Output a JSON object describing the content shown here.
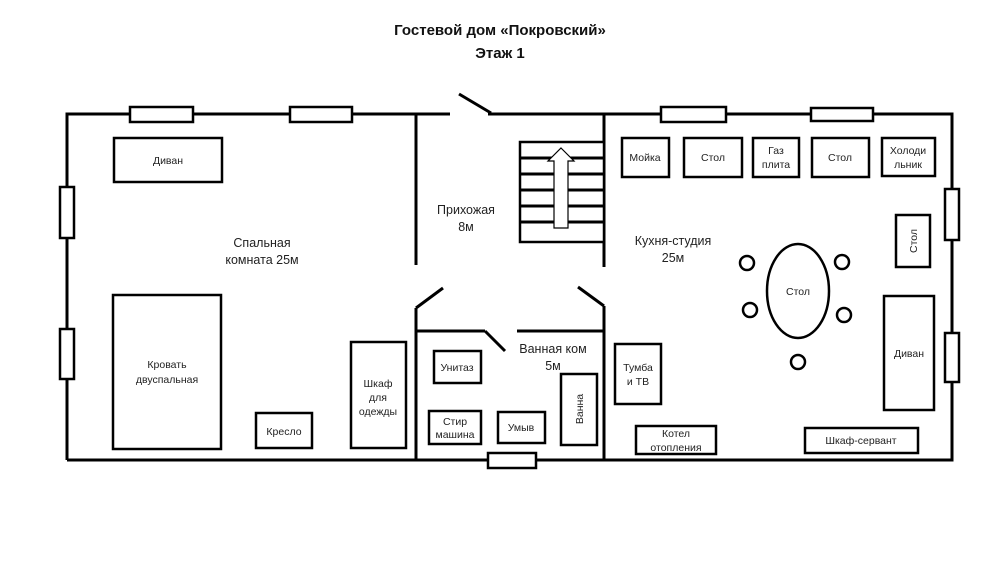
{
  "title": "Гостевой дом «Покровский»",
  "subtitle": "Этаж 1",
  "rooms": {
    "bedroom": {
      "line1": "Спальная",
      "line2": "комната 25м"
    },
    "hall": {
      "line1": "Прихожая",
      "line2": "8м"
    },
    "kitchen": {
      "line1": "Кухня-студия",
      "line2": "25м"
    },
    "bathroom": {
      "line1": "Ванная ком",
      "line2": "5м"
    }
  },
  "furniture": {
    "bedroom_sofa": "Диван",
    "bed": {
      "line1": "Кровать",
      "line2": "двуспальная"
    },
    "armchair": "Кресло",
    "wardrobe": {
      "line1": "Шкаф",
      "line2": "для",
      "line3": "одежды"
    },
    "toilet": "Унитаз",
    "washer": {
      "line1": "Стир",
      "line2": "машина"
    },
    "sink_bath": "Умыв",
    "bathtub": "Ванна",
    "kitchen_sink": "Мойка",
    "counter1": "Стол",
    "stove": {
      "line1": "Газ",
      "line2": "плита"
    },
    "counter2": "Стол",
    "fridge": {
      "line1": "Холоди",
      "line2": "льник"
    },
    "side_table": "Стол",
    "dining_table": "Стол",
    "kitchen_sofa": "Диван",
    "tv_stand": {
      "line1": "Тумба",
      "line2": "и ТВ"
    },
    "boiler": {
      "line1": "Котел",
      "line2": "отопления"
    },
    "sideboard": "Шкаф-сервант"
  },
  "stairs": {
    "direction": "up",
    "steps": 6
  }
}
